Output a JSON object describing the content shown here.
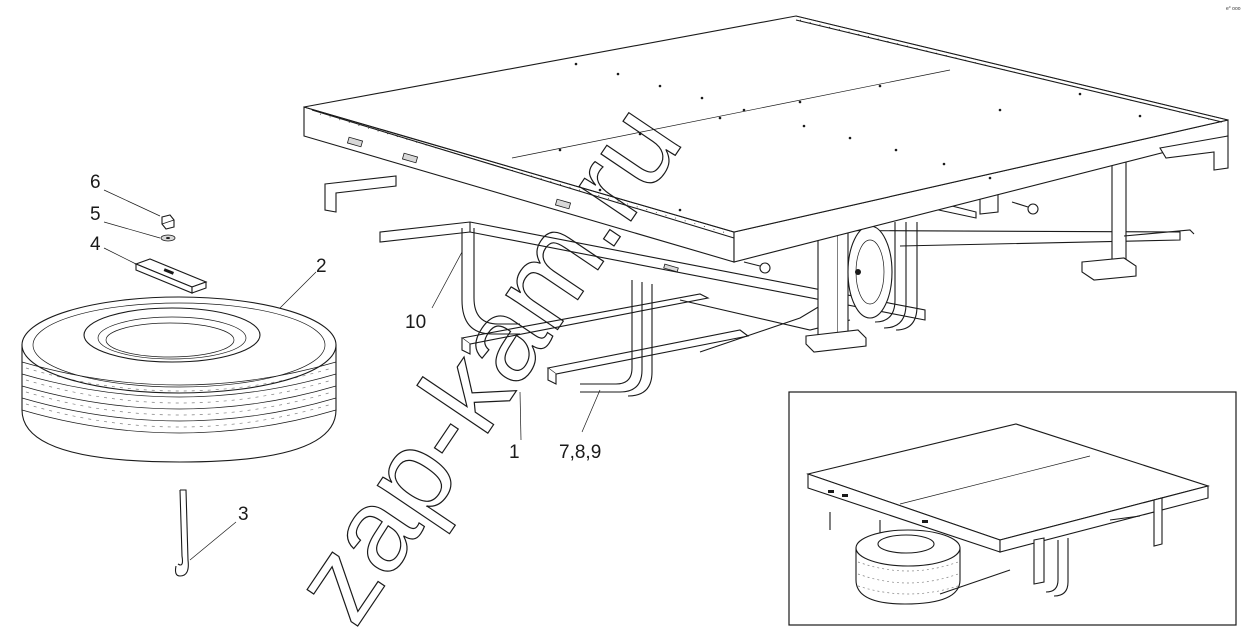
{
  "watermark": "zap-kam.ru",
  "corner_code": "e° ooo",
  "callouts": [
    "6",
    "5",
    "4",
    "2",
    "10",
    "1",
    "7,8,9",
    "3"
  ]
}
